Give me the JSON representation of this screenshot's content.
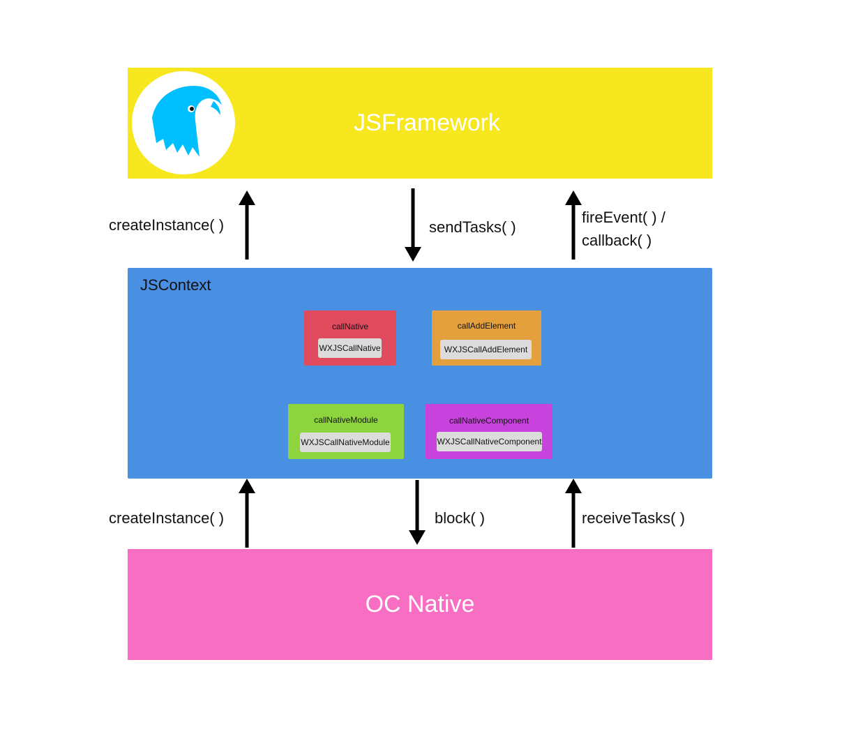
{
  "layers": {
    "jsframework": {
      "label": "JSFramework",
      "color": "#f7e71f"
    },
    "jscontext": {
      "label": "JSContext",
      "color": "#4a90e2"
    },
    "ocnative": {
      "label": "OC Native",
      "color": "#f76ec3"
    }
  },
  "functions": [
    {
      "name": "callNative",
      "impl": "WXJSCallNative",
      "color": "#e04b5e"
    },
    {
      "name": "callAddElement",
      "impl": "WXJSCallAddElement",
      "color": "#e4a03c"
    },
    {
      "name": "callNativeModule",
      "impl": "WXJSCallNativeModule",
      "color": "#8dd43f"
    },
    {
      "name": "callNativeComponent",
      "impl": "WXJSCallNativeComponent",
      "color": "#c843dd"
    }
  ],
  "upper_arrows": {
    "left": "createInstance( )",
    "middle": "sendTasks( )",
    "right_line1": "fireEvent( ) /",
    "right_line2": "callback( )"
  },
  "lower_arrows": {
    "left": "createInstance( )",
    "middle": "block( )",
    "right": "receiveTasks( )"
  },
  "logo": {
    "icon": "eagle-logo-icon",
    "color": "#00bfff"
  }
}
